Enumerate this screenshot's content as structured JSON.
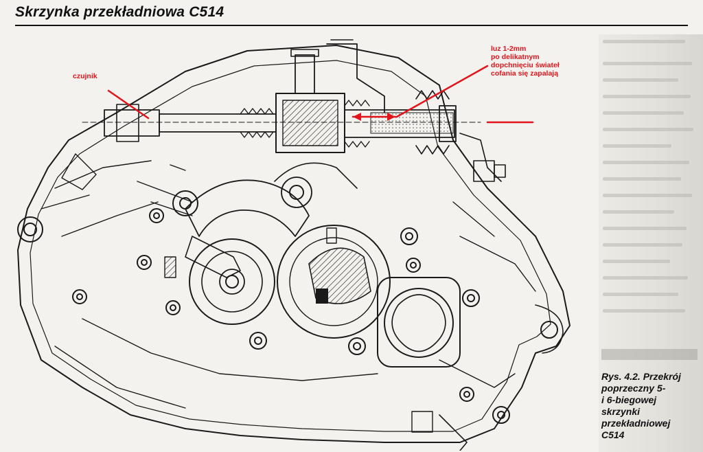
{
  "header": {
    "title": "Skrzynka przekładniowa C514"
  },
  "annotations": {
    "sensor_label": "czujnik",
    "clearance_lines": [
      "luz 1-2mm",
      "po delikatnym",
      "dopchnięciu świateł",
      "cofania się zapalają"
    ]
  },
  "caption": {
    "lines": [
      "Rys. 4.2. Przekrój",
      "poprzeczny 5-",
      "i 6-biegowej",
      "skrzynki",
      "przekładniowej",
      "C514"
    ]
  },
  "colors": {
    "annotation": "#e1141b",
    "ink": "#1a1a1a",
    "paper": "#f3f2ee"
  }
}
